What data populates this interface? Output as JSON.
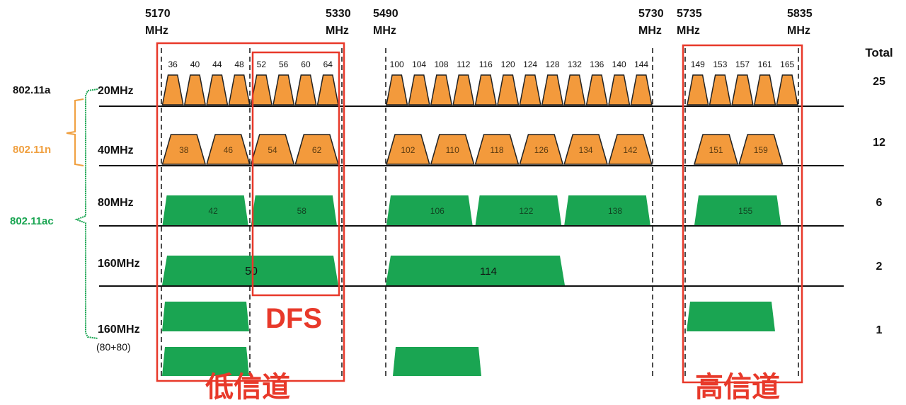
{
  "colors": {
    "orange": "#f39a3c",
    "green": "#1aa552",
    "red": "#e8392a",
    "n_label": "#f0a040",
    "ac_label": "#1aa552"
  },
  "frequencies": [
    "5170\nMHz",
    "5330\nMHz",
    "5490\nMHz",
    "5730\nMHz",
    "5735\nMHz",
    "5835\nMHz"
  ],
  "freq_lines": [
    [
      "5170",
      "MHz"
    ],
    [
      "5330",
      "MHz"
    ],
    [
      "5490",
      "MHz"
    ],
    [
      "5730",
      "MHz"
    ],
    [
      "5735",
      "MHz"
    ],
    [
      "5835",
      "MHz"
    ]
  ],
  "standards": {
    "a": "802.11a",
    "n": "802.11n",
    "ac": "802.11ac"
  },
  "rows": [
    {
      "label": "20MHz",
      "total": "25"
    },
    {
      "label": "40MHz",
      "total": "12"
    },
    {
      "label": "80MHz",
      "total": "6"
    },
    {
      "label": "160MHz",
      "total": "2"
    },
    {
      "label": "160MHz",
      "sublabel": "(80+80)",
      "total": "1"
    }
  ],
  "total_header": "Total",
  "channels_20": [
    [
      "36",
      "40",
      "44",
      "48",
      "52",
      "56",
      "60",
      "64"
    ],
    [
      "100",
      "104",
      "108",
      "112",
      "116",
      "120",
      "124",
      "128",
      "132",
      "136",
      "140",
      "144"
    ],
    [
      "149",
      "153",
      "157",
      "161",
      "165"
    ]
  ],
  "channels_40": [
    [
      "38",
      "46",
      "54",
      "62"
    ],
    [
      "102",
      "110",
      "118",
      "126",
      "134",
      "142"
    ],
    [
      "151",
      "159"
    ]
  ],
  "channels_80": [
    [
      "42",
      "58"
    ],
    [
      "106",
      "122",
      "138"
    ],
    [
      "155"
    ]
  ],
  "channels_160": [
    "50",
    "114"
  ],
  "dfs_label": "DFS",
  "low_band_label": "低信道",
  "high_band_label": "高信道"
}
